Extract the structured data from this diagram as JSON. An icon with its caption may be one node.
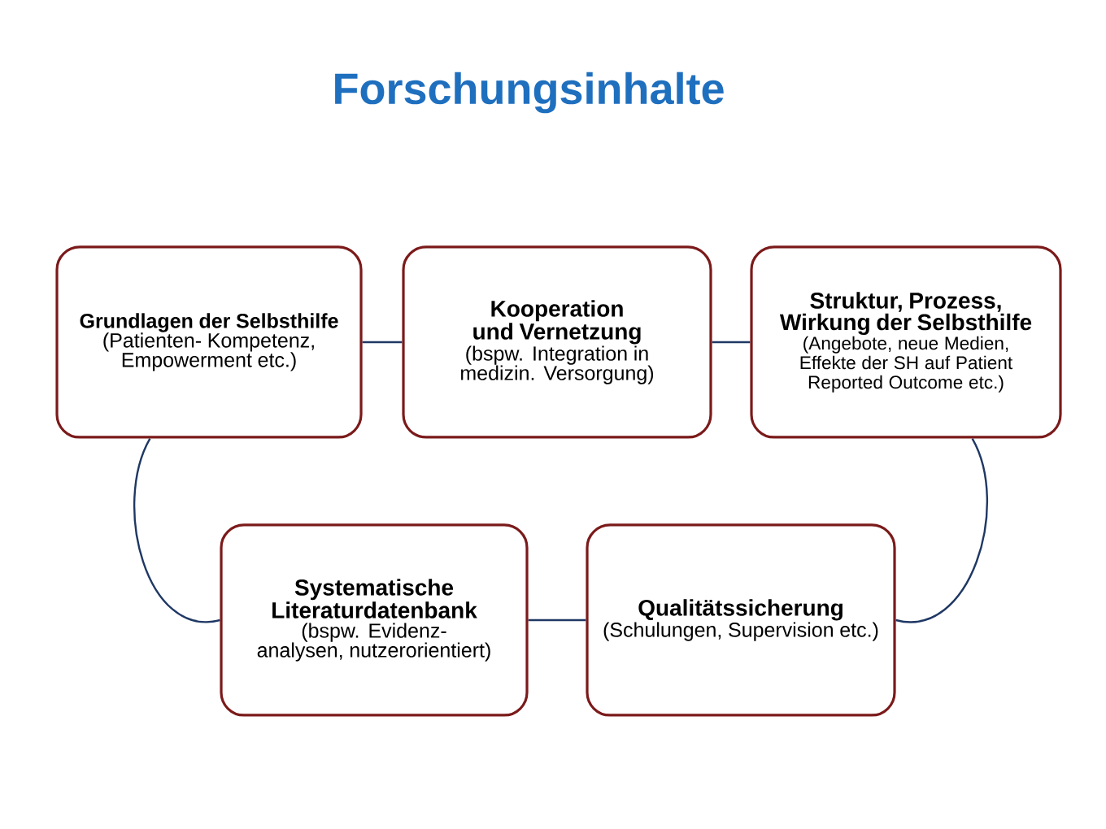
{
  "diagram": {
    "title": "Forschungsinhalte",
    "nodes": [
      {
        "text": [
          "Grundlagen der Selbsthilfe",
          "(Patienten- Kompetenz, Empowerment etc.)"
        ]
      },
      {
        "text": [
          "Kooperation und Vernetzung",
          "(bspw. Integration in medizin. Versorgung)"
        ]
      },
      {
        "text": [
          "Struktur, Prozess, Wirkung der Selbsthilfe",
          "(Angebote, neue Medien, Effekte der SH auf Patient Reported Outcome etc.)"
        ]
      },
      {
        "text": [
          "Systematische Literaturdatenbank",
          "(bspw. Evidenz- analysen, nutzerorientiert)"
        ]
      },
      {
        "text": [
          "Qualitätssicherung",
          "(Schulungen, Supervision etc.)"
        ]
      }
    ],
    "edges": [
      {
        "from": 0,
        "to": 1,
        "arrow": "none"
      },
      {
        "from": 1,
        "to": 2,
        "arrow": "none"
      },
      {
        "from": 2,
        "to": 4,
        "arrow": "none"
      },
      {
        "from": 3,
        "to": 4,
        "arrow": "none"
      },
      {
        "from": 0,
        "to": 3,
        "arrow": "none"
      }
    ]
  }
}
